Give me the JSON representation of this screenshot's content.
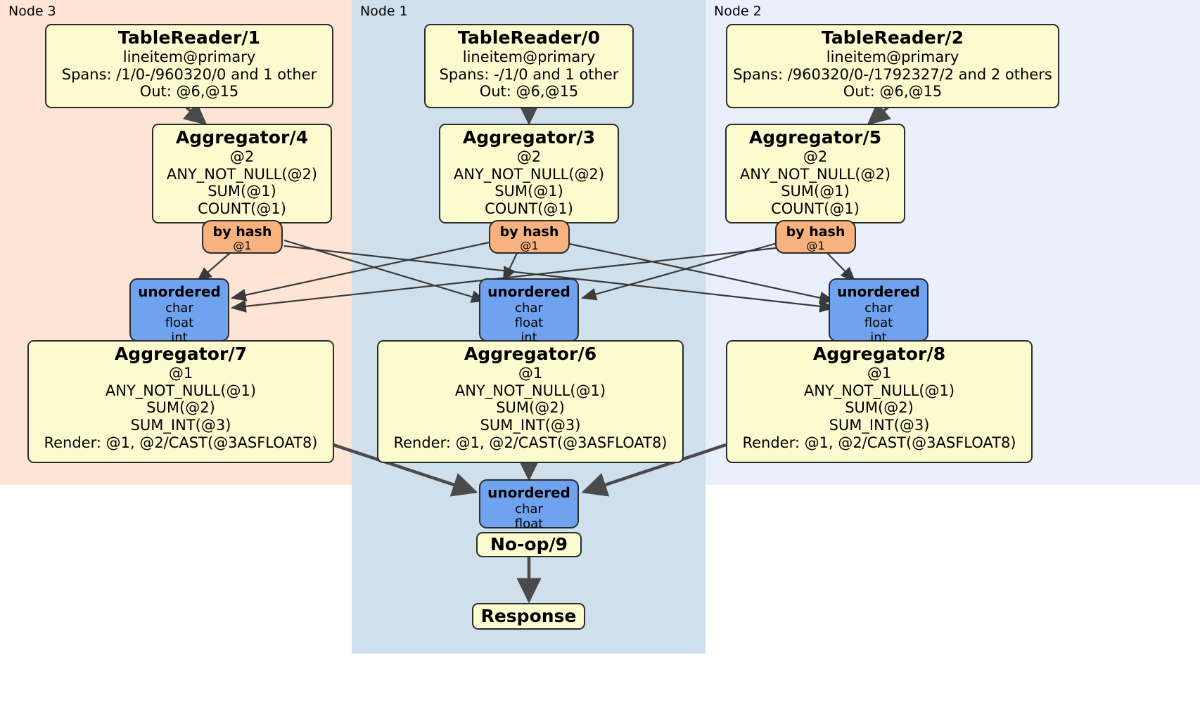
{
  "diagram": {
    "type": "distsql-physical-plan",
    "regions": [
      {
        "id": "node3",
        "label": "Node 3",
        "color": "#fde4d5"
      },
      {
        "id": "node1",
        "label": "Node 1",
        "color": "#cfdfec"
      },
      {
        "id": "node2",
        "label": "Node 2",
        "color": "#eaf0fb"
      }
    ],
    "processors": {
      "table_reader_1": {
        "title": "TableReader/1",
        "lines": [
          "lineitem@primary",
          "Spans: /1/0-/960320/0 and 1 other",
          "Out: @6,@15"
        ]
      },
      "table_reader_0": {
        "title": "TableReader/0",
        "lines": [
          "lineitem@primary",
          "Spans: -/1/0 and 1 other",
          "Out: @6,@15"
        ]
      },
      "table_reader_2": {
        "title": "TableReader/2",
        "lines": [
          "lineitem@primary",
          "Spans: /960320/0-/1792327/2 and 2 others",
          "Out: @6,@15"
        ]
      },
      "aggregator_4": {
        "title": "Aggregator/4",
        "lines": [
          "@2",
          "ANY_NOT_NULL(@2)",
          "SUM(@1)",
          "COUNT(@1)"
        ]
      },
      "aggregator_3": {
        "title": "Aggregator/3",
        "lines": [
          "@2",
          "ANY_NOT_NULL(@2)",
          "SUM(@1)",
          "COUNT(@1)"
        ]
      },
      "aggregator_5": {
        "title": "Aggregator/5",
        "lines": [
          "@2",
          "ANY_NOT_NULL(@2)",
          "SUM(@1)",
          "COUNT(@1)"
        ]
      },
      "aggregator_7": {
        "title": "Aggregator/7",
        "lines": [
          "@1",
          "ANY_NOT_NULL(@1)",
          "SUM(@2)",
          "SUM_INT(@3)",
          "Render: @1, @2/CAST(@3ASFLOAT8)"
        ]
      },
      "aggregator_6": {
        "title": "Aggregator/6",
        "lines": [
          "@1",
          "ANY_NOT_NULL(@1)",
          "SUM(@2)",
          "SUM_INT(@3)",
          "Render: @1, @2/CAST(@3ASFLOAT8)"
        ]
      },
      "aggregator_8": {
        "title": "Aggregator/8",
        "lines": [
          "@1",
          "ANY_NOT_NULL(@1)",
          "SUM(@2)",
          "SUM_INT(@3)",
          "Render: @1, @2/CAST(@3ASFLOAT8)"
        ]
      },
      "noop_9": {
        "title": "No-op/9"
      },
      "response": {
        "title": "Response"
      }
    },
    "routers": {
      "by_hash_left": {
        "title": "by hash",
        "lines": [
          "@1"
        ]
      },
      "by_hash_center": {
        "title": "by hash",
        "lines": [
          "@1"
        ]
      },
      "by_hash_right": {
        "title": "by hash",
        "lines": [
          "@1"
        ]
      }
    },
    "synchronizers": {
      "unordered_left": {
        "title": "unordered",
        "lines": [
          "char",
          "float",
          "int"
        ]
      },
      "unordered_center": {
        "title": "unordered",
        "lines": [
          "char",
          "float",
          "int"
        ]
      },
      "unordered_right": {
        "title": "unordered",
        "lines": [
          "char",
          "float",
          "int"
        ]
      },
      "unordered_final": {
        "title": "unordered",
        "lines": [
          "char",
          "float"
        ]
      }
    },
    "colors": {
      "processor_fill": "#fbfbcf",
      "router_fill": "#f8b27f",
      "synchronizer_fill": "#6fa3ef",
      "edge": "#4a4a4a",
      "stroke": "#2b2b2b"
    }
  }
}
